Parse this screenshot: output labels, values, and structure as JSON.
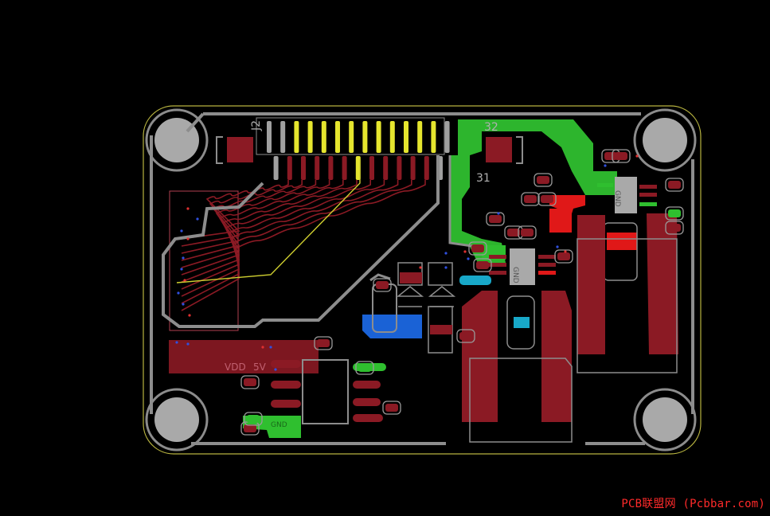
{
  "labels": {
    "connector_j2": "J2",
    "pin_32": "32",
    "pin_31": "31",
    "vdd": "VDD",
    "five_v": "5V",
    "gnd_a": "GND",
    "gnd_b": "GND",
    "gnd_c": "GND"
  },
  "watermark": "PCB联盟网 (Pcbbar.com)",
  "colors": {
    "background": "#000000",
    "board_outline": "#c8c840",
    "track_grey": "#9a9a9a",
    "track_red": "#8b1a24",
    "pad_yellow": "#e5e52e",
    "copper_green": "#2fbf2f",
    "copper_blue": "#1a62d6",
    "copper_cyan": "#18a8c8",
    "hot_red": "#e01818"
  }
}
